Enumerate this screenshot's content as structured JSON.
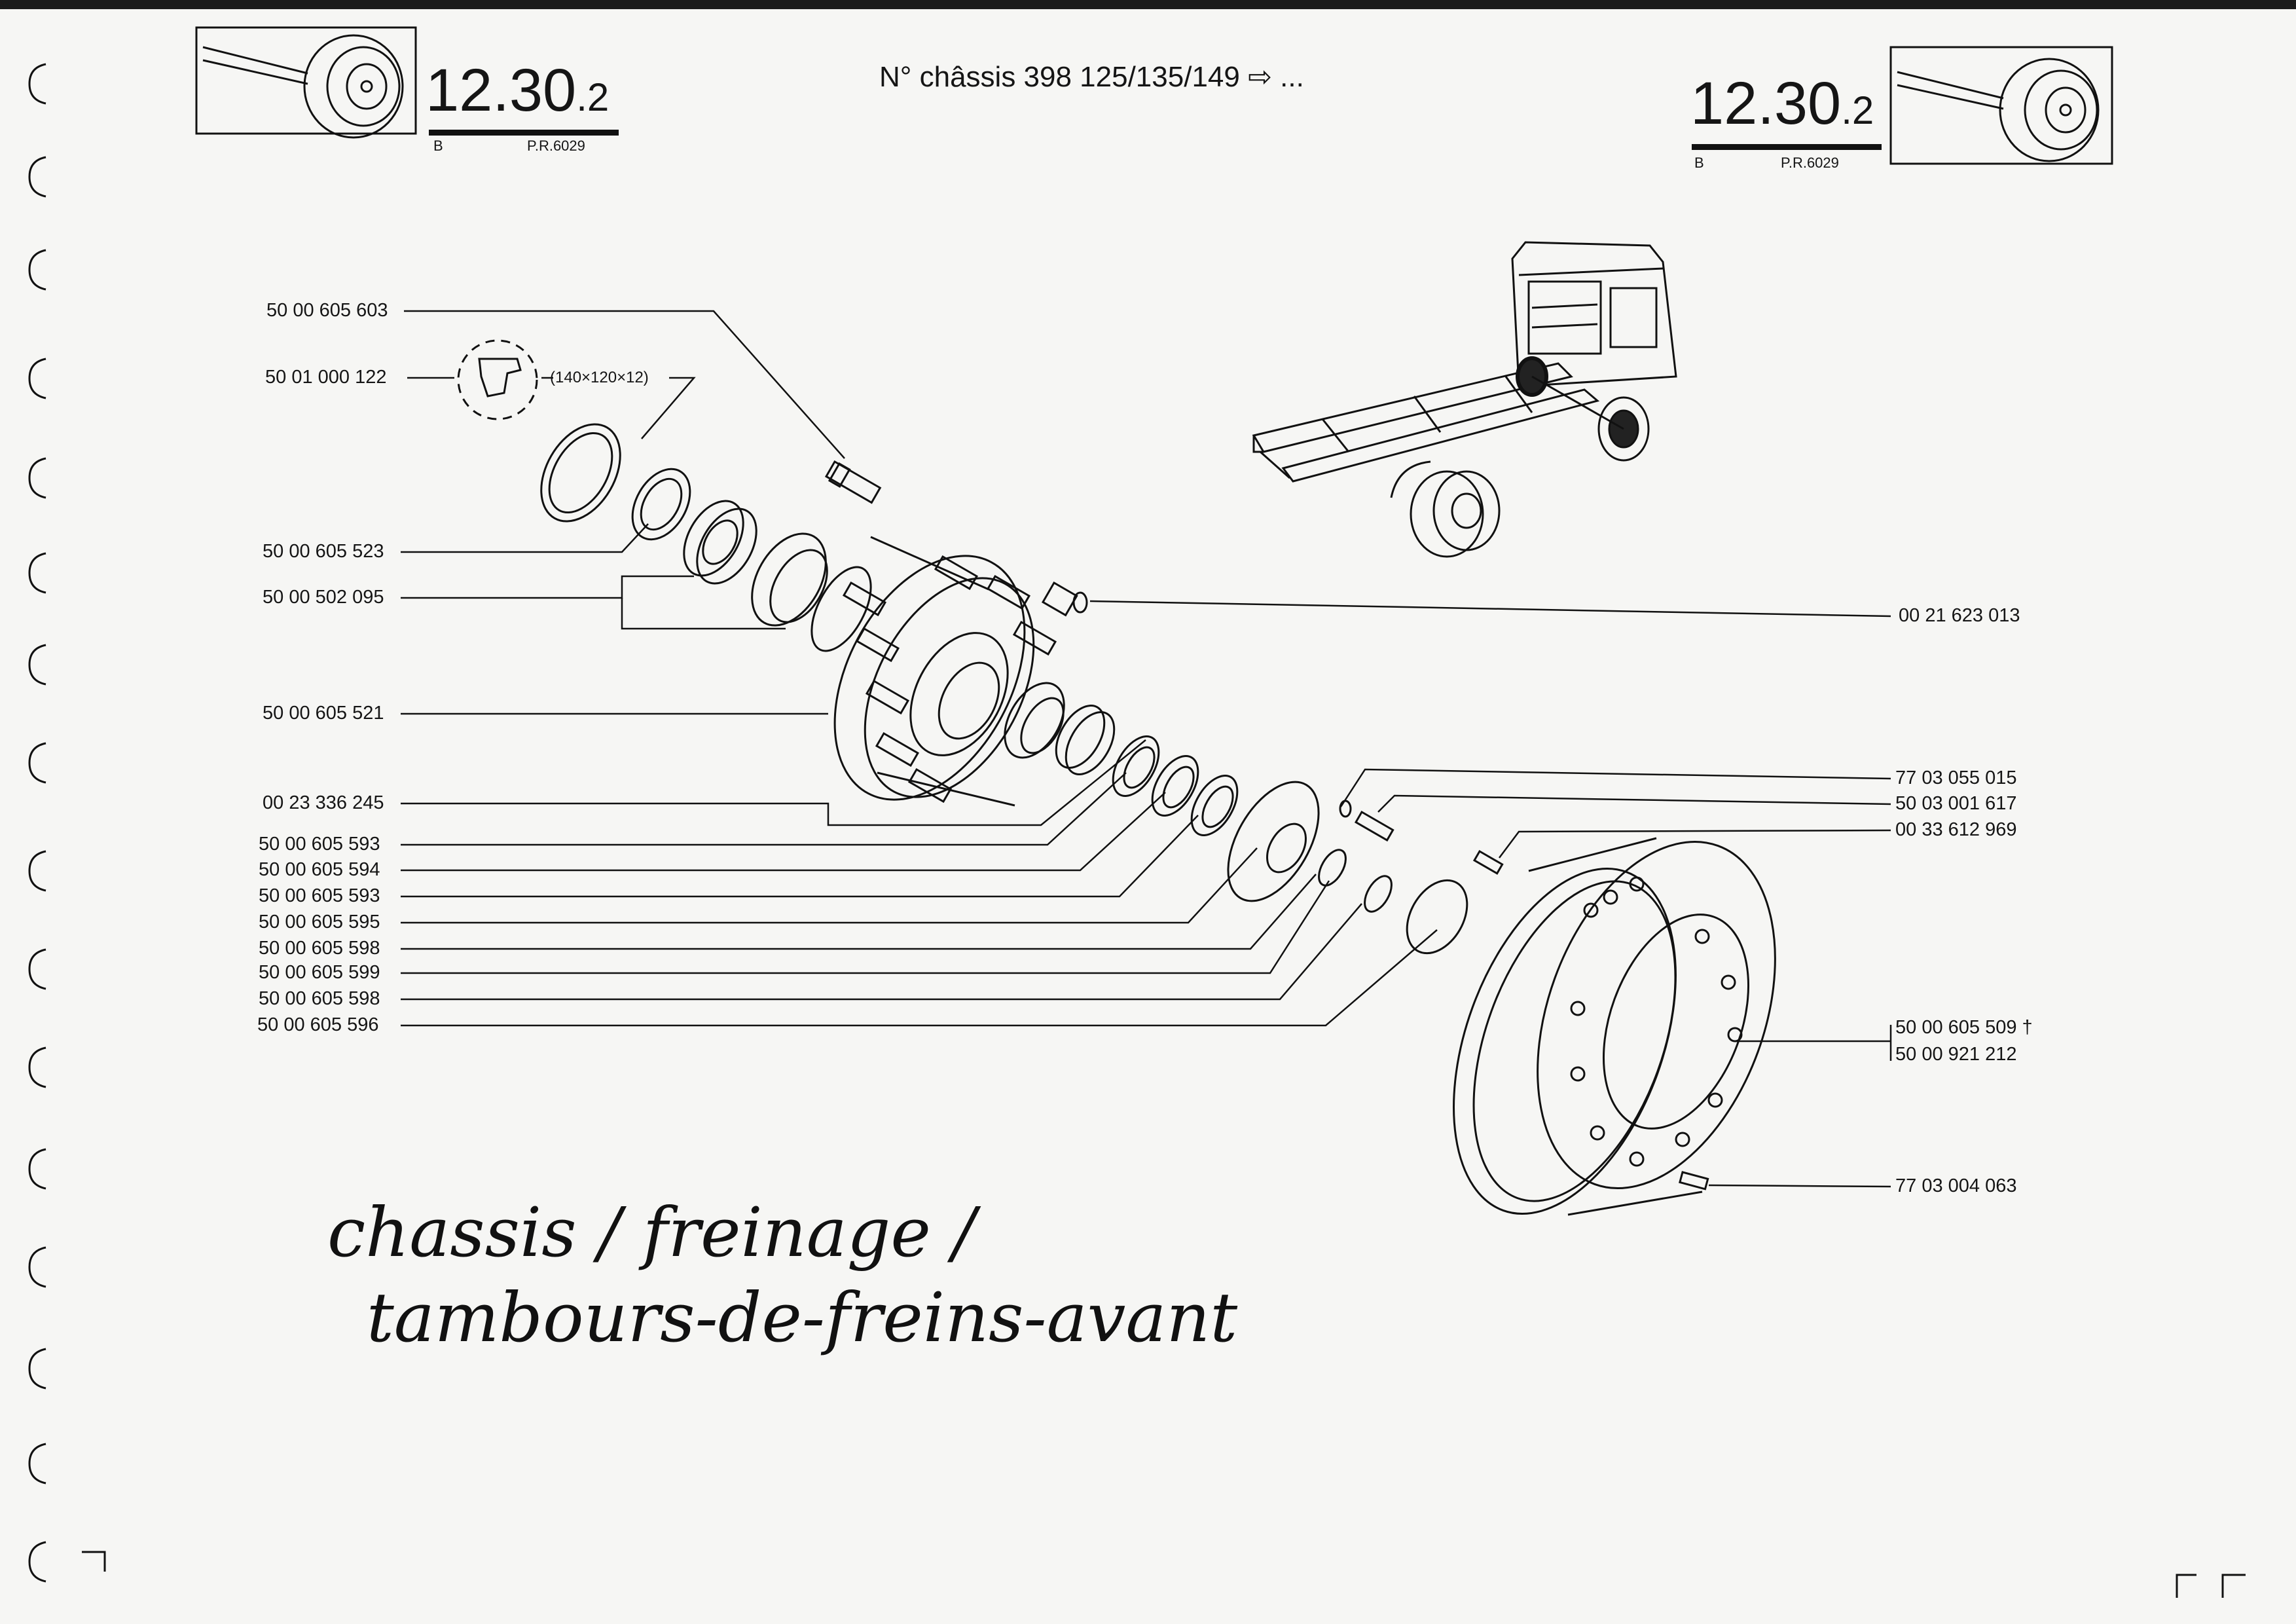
{
  "header": {
    "chassis_title": "N° châssis 398 125/135/149 ⇨ ...",
    "left": {
      "section_main": "12.30",
      "section_sub": ".2",
      "variant": "B",
      "reference": "P.R.6029"
    },
    "right": {
      "section_main": "12.30",
      "section_sub": ".2",
      "variant": "B",
      "reference": "P.R.6029"
    }
  },
  "icons": {
    "thumbnail_left": "brake-drum-thumbnail-icon",
    "thumbnail_right": "brake-drum-thumbnail-icon",
    "vehicle": "truck-chassis-icon"
  },
  "seal_dimension": "(140×120×12)",
  "parts_left": [
    "50 00 605 603",
    "50 01 000 122",
    "50 00 605 523",
    "50 00 502 095",
    "50 00 605 521",
    "00 23 336 245",
    "50 00 605 593",
    "50 00 605 594",
    "50 00 605 593",
    "50 00 605 595",
    "50 00 605 598",
    "50 00 605 599",
    "50 00 605 598",
    "50 00 605 596"
  ],
  "parts_right": [
    "00 21 623 013",
    "77 03 055 015",
    "50 03 001 617",
    "00 33 612 969",
    "50 00 605 509 †",
    "50 00 921 212",
    "77 03 004 063"
  ],
  "handwritten_note": {
    "line1": "chassis / freinage /",
    "line2": "tambours-de-freins-avant"
  }
}
